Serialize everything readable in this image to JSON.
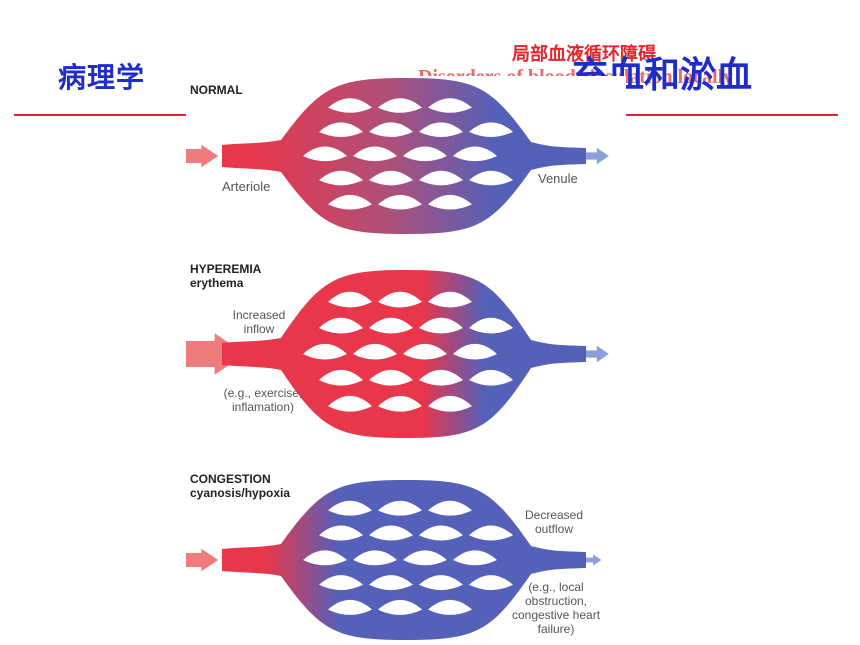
{
  "header": {
    "left_title": "病理学",
    "right_title": "充血和淤血",
    "subtitle_cn": "局部血液循环障碍",
    "subtitle_en": "Disorders of blood circulation locally"
  },
  "panels": [
    {
      "title": "NORMAL",
      "subtitle": "",
      "left_label": "Arteriole",
      "right_label": "Venule"
    },
    {
      "title": "HYPEREMIA",
      "subtitle": "erythema",
      "note_top": "Increased inflow",
      "note_bottom": "(e.g., exercise, inflamation)"
    },
    {
      "title": "CONGESTION",
      "subtitle": "cyanosis/hypoxia",
      "note_top": "Decreased outflow",
      "note_bottom": "(e.g., local obstruction, congestive heart failure)"
    }
  ],
  "colors": {
    "title_blue": "#1f2ccc",
    "accent_red": "#e8232b",
    "rule_red": "#d6282f",
    "blood_red": "#e8364b",
    "blood_blue": "#5560b8",
    "arrow_pink": "#ee7c7c",
    "arrow_blue": "#8aa0d6"
  }
}
